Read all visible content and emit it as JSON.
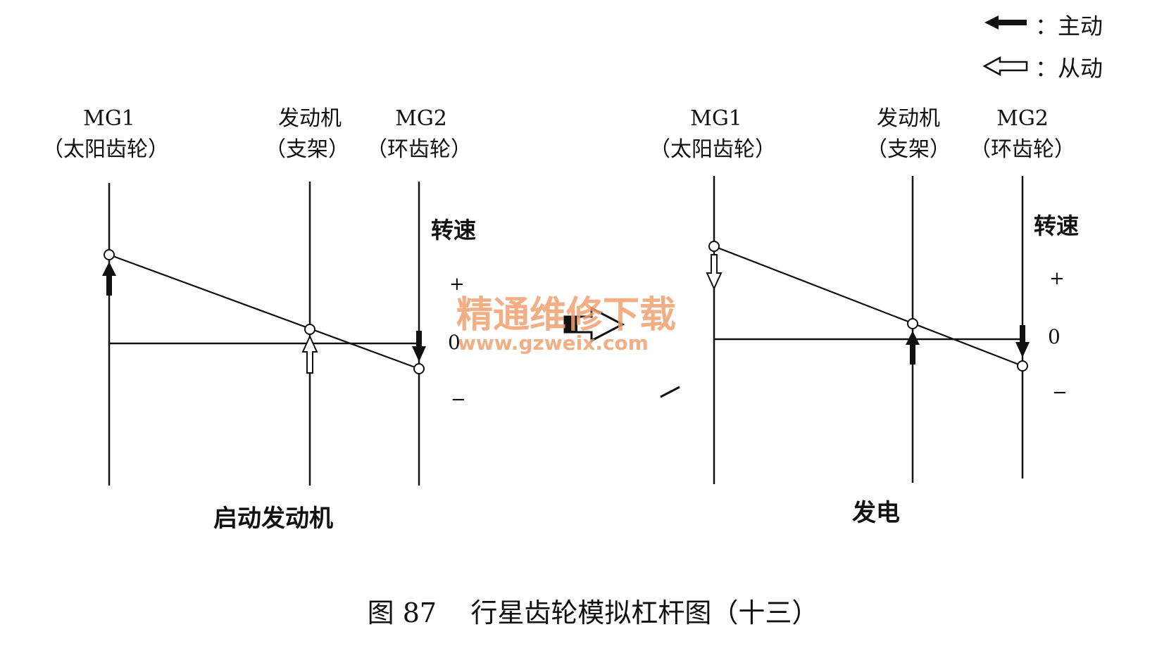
{
  "legend": {
    "driving": "：主动",
    "driven": "：从动"
  },
  "left_diagram": {
    "mg1_name": "MG1",
    "mg1_sub": "（太阳齿轮）",
    "engine_name": "发动机",
    "engine_sub": "（支架）",
    "mg2_name": "MG2",
    "mg2_sub": "（环齿轮）",
    "speed_label": "转速",
    "plus": "+",
    "zero": "0",
    "minus": "−",
    "caption": "启动发动机"
  },
  "right_diagram": {
    "mg1_name": "MG1",
    "mg1_sub": "（太阳齿轮）",
    "engine_name": "发动机",
    "engine_sub": "（支架）",
    "mg2_name": "MG2",
    "mg2_sub": "（环齿轮）",
    "speed_label": "转速",
    "plus": "+",
    "zero": "0",
    "minus": "−",
    "caption": "发电"
  },
  "watermark": {
    "title": "精通维修下载",
    "url": "www.gzweix.com"
  },
  "figure_caption": "图 87    行星齿轮模拟杠杆图（十三）",
  "colors": {
    "ink": "#111111",
    "watermark": "#f0a070"
  }
}
